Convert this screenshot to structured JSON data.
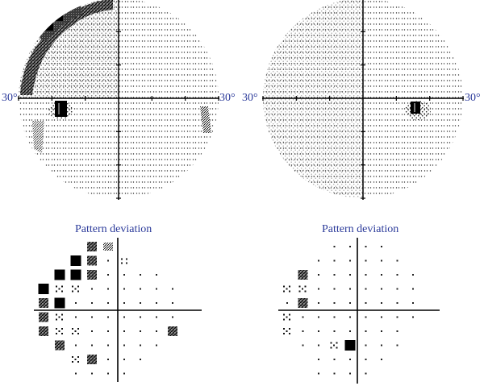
{
  "labels": {
    "degree": "30°",
    "pattern_deviation": "Pattern deviation"
  },
  "colors": {
    "text": "#2b3a9a",
    "axis": "#000000",
    "dot": "#222222",
    "severe": "#000000"
  },
  "grayscale_fields": [
    {
      "eye": "left-field",
      "defects": [
        "superior-arcuate-defect",
        "blind-spot-defect",
        "peripheral-nasal-step"
      ]
    },
    {
      "eye": "right-field",
      "defects": [
        "blind-spot-defect"
      ]
    }
  ],
  "pattern_deviation_grids": [
    {
      "eye": "left",
      "rows": [
        [
          "",
          "",
          "",
          "d3",
          "d2",
          "",
          "",
          "",
          "",
          ""
        ],
        [
          "",
          "",
          "B",
          "d3",
          ".",
          ":",
          "",
          "",
          "",
          ""
        ],
        [
          "",
          "B",
          "B",
          "d3",
          ".",
          ".",
          ".",
          ".",
          "",
          ""
        ],
        [
          "B",
          "d1",
          "d1",
          ".",
          ".",
          ".",
          ".",
          ".",
          ".",
          ""
        ],
        [
          "d3",
          "B",
          ".",
          ".",
          ".",
          ".",
          ".",
          ".",
          ".",
          ""
        ],
        [
          "d3",
          "d1",
          ".",
          ".",
          ".",
          ".",
          ".",
          ".",
          ".",
          ""
        ],
        [
          "d3",
          "d1",
          "d1",
          ".",
          ".",
          ".",
          ".",
          ".",
          "d3",
          ""
        ],
        [
          "",
          "d3",
          ".",
          ".",
          ".",
          ".",
          ".",
          ".",
          "",
          ""
        ],
        [
          "",
          "",
          "d1",
          "d3",
          ".",
          ".",
          ".",
          "",
          "",
          ""
        ],
        [
          "",
          "",
          ".",
          ".",
          ".",
          ".",
          "",
          "",
          "",
          ""
        ]
      ]
    },
    {
      "eye": "right",
      "rows": [
        [
          "",
          "",
          "",
          ".",
          ".",
          ".",
          ".",
          "",
          "",
          ""
        ],
        [
          "",
          "",
          ".",
          ".",
          ".",
          ".",
          ".",
          ".",
          "",
          ""
        ],
        [
          "",
          "d3",
          ".",
          ".",
          ".",
          ".",
          ".",
          ".",
          ".",
          ""
        ],
        [
          "d1",
          "d1",
          ".",
          ".",
          ".",
          ".",
          ".",
          ".",
          ".",
          ""
        ],
        [
          ".",
          "d3",
          ".",
          ".",
          ".",
          ".",
          ".",
          ".",
          ".",
          ""
        ],
        [
          "d1",
          ".",
          ".",
          ".",
          ".",
          ".",
          ".",
          ".",
          ".",
          ""
        ],
        [
          "d1",
          ".",
          ".",
          ".",
          ".",
          ".",
          ".",
          ".",
          "",
          ""
        ],
        [
          "",
          ".",
          ".",
          "d1",
          "B",
          ".",
          ".",
          ".",
          "",
          ""
        ],
        [
          "",
          "",
          ".",
          ".",
          ".",
          ".",
          ".",
          "",
          "",
          ""
        ],
        [
          "",
          "",
          ".",
          ".",
          ".",
          ".",
          "",
          "",
          "",
          ""
        ]
      ]
    }
  ]
}
